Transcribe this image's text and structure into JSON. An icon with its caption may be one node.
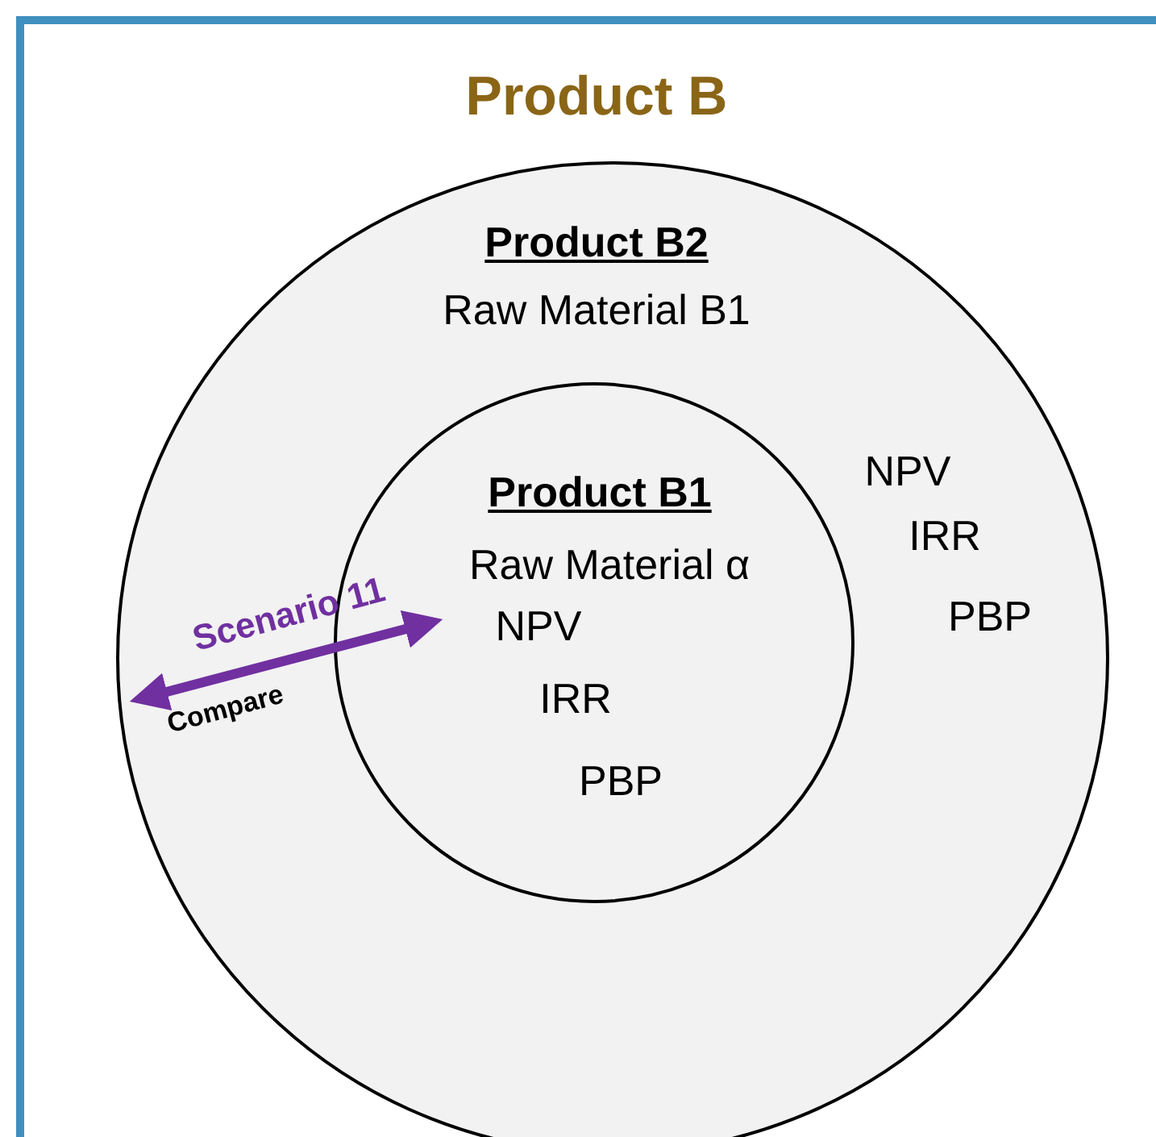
{
  "diagram": {
    "nodes": [
      {
        "text": [
          "Product B"
        ]
      },
      {
        "text": [
          "Product B2",
          "Raw Material B1",
          "NPV",
          "IRR",
          "PBP"
        ],
        "in": 0
      },
      {
        "text": [
          "Product B1",
          "Raw Material α",
          "NPV",
          "IRR",
          "PBP"
        ],
        "in": 1
      }
    ],
    "edges": [
      {
        "from": 2,
        "to": 1,
        "arrow": "both",
        "label": "Scenario 11",
        "color": "#7030a0"
      }
    ],
    "labels": [
      "Compare"
    ]
  }
}
